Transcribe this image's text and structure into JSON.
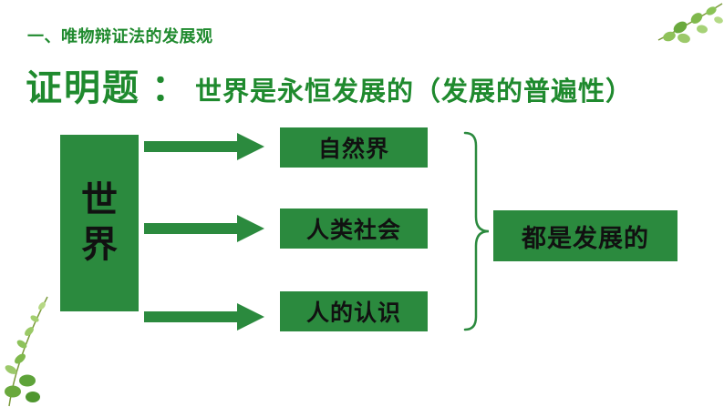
{
  "section_title": "一、唯物辩证法的发展观",
  "main_title": {
    "label": "证明题",
    "colon": "：",
    "claim": "世界是永恒发展的（发展的普遍性）"
  },
  "diagram": {
    "source_chars": [
      "世",
      "界"
    ],
    "items": [
      "自然界",
      "人类社会",
      "人的认识"
    ],
    "result": "都是发展的"
  },
  "colors": {
    "accent_green": "#2b8a3e",
    "title_green": "#1f8a2e",
    "text_dark": "#111111"
  },
  "decorations": [
    "leaf-sprig-top-right",
    "leaf-sprig-bottom-left"
  ]
}
